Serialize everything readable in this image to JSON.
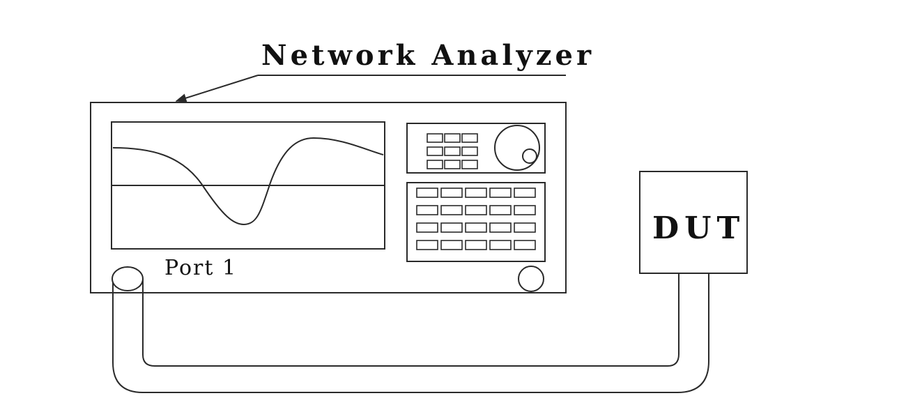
{
  "diagram": {
    "title": "Network Analyzer",
    "port_label": "Port 1",
    "dut_label": "DUT"
  }
}
